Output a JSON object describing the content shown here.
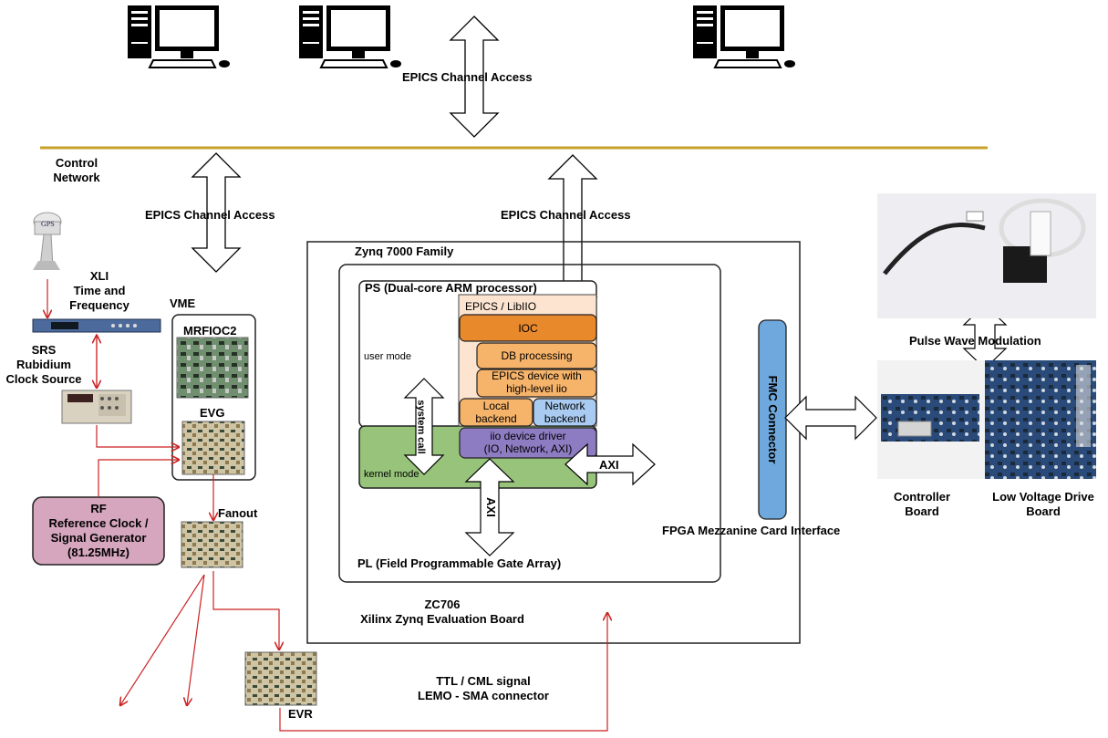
{
  "control_network": {
    "line1": "Control",
    "line2": "Network"
  },
  "epics_ca": {
    "top": "EPICS Channel Access",
    "left": "EPICS Channel Access",
    "right": "EPICS Channel Access"
  },
  "gps": {
    "label": "GPS"
  },
  "xli": {
    "line1": "XLI",
    "line2": "Time and",
    "line3": "Frequency"
  },
  "srs": {
    "line1": "SRS",
    "line2": "Rubidium",
    "line3": "Clock Source"
  },
  "vme": {
    "label": "VME",
    "mrfioc": "MRFIOC2",
    "evg": "EVG"
  },
  "rf": {
    "line1": "RF",
    "line2": "Reference Clock /",
    "line3": "Signal Generator",
    "line4": "(81.25MHz)"
  },
  "fanout": {
    "label": "Fanout"
  },
  "evr": {
    "label": "EVR"
  },
  "ttl": {
    "line1": "TTL / CML signal",
    "line2": "LEMO - SMA connector"
  },
  "zynq": {
    "family": "Zynq 7000 Family",
    "ps": "PS (Dual-core ARM processor)",
    "epics_libiio": "EPICS / LibIIO",
    "ioc": "IOC",
    "db": "DB processing",
    "dev_line1": "EPICS device with",
    "dev_line2": "high-level iio",
    "local_line1": "Local",
    "local_line2": "backend",
    "net_line1": "Network",
    "net_line2": "backend",
    "iio_line1": "iio device driver",
    "iio_line2": "(IO, Network, AXI)",
    "user_mode": "user mode",
    "kernel_mode": "kernel mode",
    "system_call": "system call",
    "axi_v": "AXI",
    "axi_h": "AXI",
    "pl": "PL (Field Programmable Gate Array)",
    "zc706_line1": "ZC706",
    "zc706_line2": "Xilinx Zynq Evaluation Board"
  },
  "fmc": {
    "label": "FMC Connector",
    "caption": "FPGA Mezzanine Card Interface"
  },
  "pwm": {
    "label": "Pulse Wave Modulation"
  },
  "controller": {
    "line1": "Controller",
    "line2": "Board"
  },
  "lvd": {
    "line1": "Low Voltage Drive",
    "line2": "Board"
  },
  "colors": {
    "network_line": "#C8A02A",
    "signal_red": "#CC2222",
    "ps_peach": "#FCE4D0",
    "ioc_orange": "#E8892C",
    "db_orange": "#F6B36A",
    "kernel_green": "#97C47A",
    "network_blue": "#A9CBF2",
    "driver_purple": "#8E7CC3",
    "fmc_blue": "#6FA8DC",
    "rf_pink": "#D5A6BD"
  }
}
